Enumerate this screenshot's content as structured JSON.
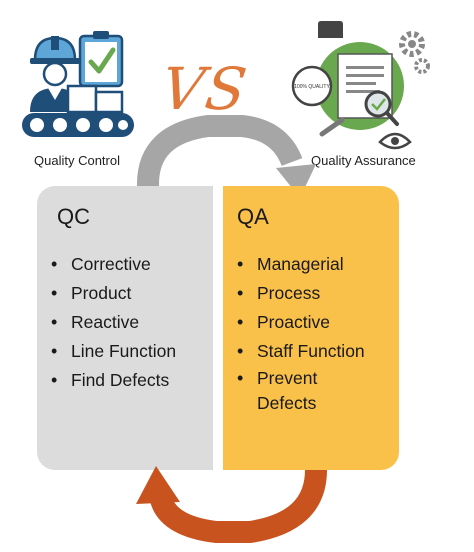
{
  "left": {
    "caption": "Quality Control",
    "title": "QC",
    "items": [
      "Corrective",
      "Product",
      "Reactive",
      "Line Function",
      "Find Defects"
    ],
    "color": "#dcdcdc"
  },
  "right": {
    "caption": "Quality Assurance",
    "title": "QA",
    "items": [
      "Managerial",
      "Process",
      "Proactive",
      "Staff Function",
      "Prevent Defects"
    ],
    "badge": "100% QUALITY",
    "color": "#f9c04a"
  },
  "vs_text": "VS",
  "colors": {
    "vs": "#e0783a",
    "top_arrow": "#a6a6a6",
    "bottom_arrow": "#c8531f",
    "icon_blue": "#1f4e79",
    "icon_green": "#6aa84f"
  },
  "icons": [
    "worker-on-conveyor-icon",
    "quality-document-gear-icon"
  ]
}
